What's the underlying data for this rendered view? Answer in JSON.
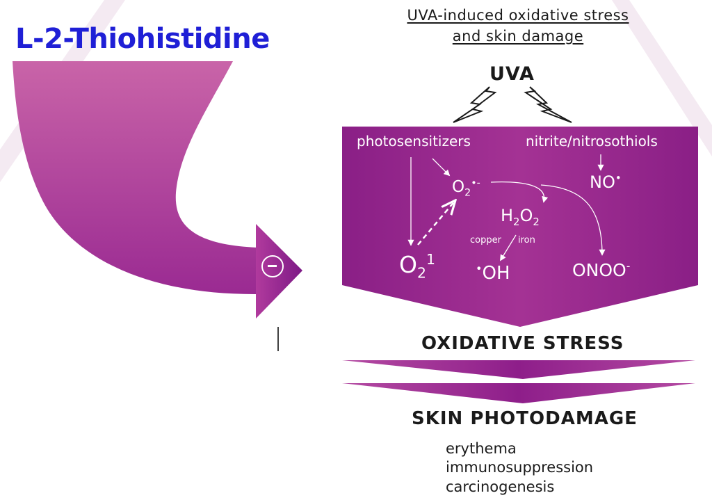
{
  "compound": "L-2-Thiohistidine",
  "heading": {
    "line1": "UVA-induced  oxidative  stress",
    "line2": "and  skin  damage"
  },
  "source": "UVA",
  "inputs": {
    "left": "photosensitizers",
    "right": "nitrite/nitrosothiols"
  },
  "species": {
    "superoxide": {
      "base": "O",
      "sub": "2",
      "sup": "•-"
    },
    "nitric_oxide": {
      "base": "NO",
      "sup": "•"
    },
    "hydrogen_peroxide": {
      "b1": "H",
      "s1": "2",
      "b2": "O",
      "s2": "2"
    },
    "singlet_oxygen": {
      "base": "O",
      "sub": "2",
      "sup": "1"
    },
    "hydroxyl": {
      "pre": "•",
      "base": "OH"
    },
    "peroxynitrite": {
      "base": "ONOO",
      "sup": "-"
    }
  },
  "catalysts": {
    "a": "copper",
    "b": "iron"
  },
  "stage1": "OXIDATIVE  STRESS",
  "stage2": "SKIN  PHOTODAMAGE",
  "effects": [
    "erythema",
    "immunosuppression",
    "carcinogenesis"
  ],
  "colors": {
    "purple_light": "#c964a8",
    "purple_dark": "#8e1e8a",
    "box": "#9a2c8e",
    "compound_blue": "#1f1fd6",
    "bg_stripe": "#f4eaf2"
  },
  "icons": [
    "lightning-bolt-icon",
    "inhibition-minus-icon"
  ]
}
